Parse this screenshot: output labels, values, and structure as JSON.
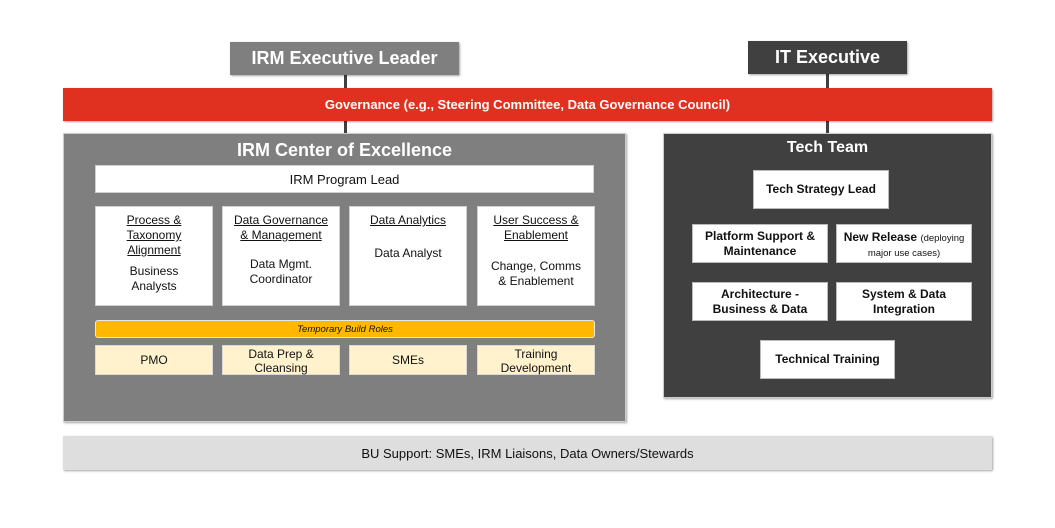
{
  "executives": {
    "irm_leader": "IRM Executive Leader",
    "it_executive": "IT Executive"
  },
  "governance": "Governance (e.g., Steering Committee, Data Governance Council)",
  "coe": {
    "title": "IRM Center of Excellence",
    "program_lead": "IRM Program Lead",
    "pillars": [
      {
        "heading_lines": [
          "Process &",
          "Taxonomy",
          "Alignment"
        ],
        "role_lines": [
          "Business",
          "Analysts"
        ]
      },
      {
        "heading_lines": [
          "Data Governance",
          "& Management"
        ],
        "role_lines": [
          "Data Mgmt.",
          "Coordinator"
        ]
      },
      {
        "heading_lines": [
          "Data Analytics"
        ],
        "role_lines": [
          "Data Analyst"
        ]
      },
      {
        "heading_lines": [
          "User Success &",
          "Enablement"
        ],
        "role_lines": [
          "Change, Comms",
          "& Enablement"
        ]
      }
    ],
    "temporary_label": "Temporary Build Roles",
    "temporary_roles": [
      {
        "lines": [
          "PMO"
        ]
      },
      {
        "lines": [
          "Data Prep &",
          "Cleansing"
        ]
      },
      {
        "lines": [
          "SMEs"
        ]
      },
      {
        "lines": [
          "Training",
          "Development"
        ]
      }
    ]
  },
  "tech_team": {
    "title": "Tech Team",
    "strategy_lead": "Tech Strategy Lead",
    "platform": [
      "Platform Support &",
      "Maintenance"
    ],
    "new_release": {
      "main": "New Release",
      "note1": "(deploying",
      "note2": "major use cases)"
    },
    "architecture": [
      "Architecture -",
      "Business & Data"
    ],
    "integration": [
      "System & Data",
      "Integration"
    ],
    "training": "Technical Training"
  },
  "bu_support": "BU Support: SMEs, IRM Liaisons, Data Owners/Stewards",
  "colors": {
    "red": "#e03020",
    "mid_gray": "#7f7f7f",
    "dark_gray": "#404040",
    "amber": "#ffb800",
    "cream": "#fff2cc",
    "light_gray": "#dedede"
  }
}
